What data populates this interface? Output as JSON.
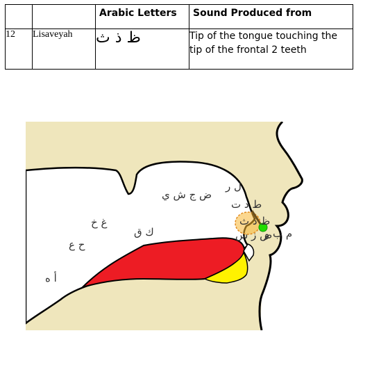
{
  "table": {
    "headers": [
      "",
      "",
      "Arabic Letters",
      "Sound Produced from"
    ],
    "row": {
      "number": "12",
      "name": "Lisaveyah",
      "letters": "ظ ذ ث",
      "description": "Tip of the tongue touching the tip of the frontal 2 teeth"
    }
  },
  "diagram": {
    "labels": {
      "throat_lower": "أ ه",
      "throat_middle": "ح ع",
      "throat_upper": "غ خ",
      "qaf_kaf": "ك ق",
      "middle_tongue": "ض ج ش ي",
      "lam_ra": "ل ر",
      "nun": "ن",
      "ta_da_ta": "ط د ت",
      "dha_dhal_tha": "ظ ذ ث",
      "sad_zay_sin": "ص ز س",
      "fa": "ف",
      "mim_ba_waw": "م ب و"
    },
    "colors": {
      "skin": "#efe6bc",
      "tongue": "#ed1c24",
      "tongue_under": "#fff200",
      "highlight_circle": "#f7b733",
      "contact_point": "#22dd00",
      "outline": "#000000"
    }
  }
}
